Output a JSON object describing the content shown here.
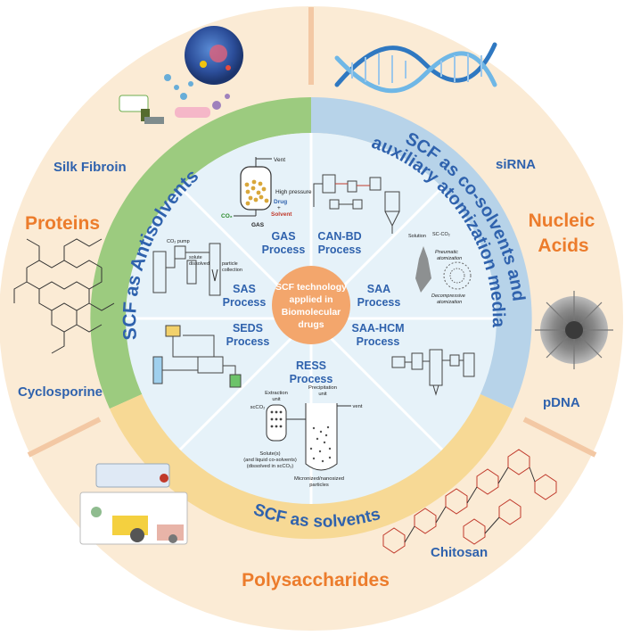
{
  "center": {
    "line1": "SCF technology",
    "line2": "applied in",
    "line3": "Biomolecular",
    "line4": "drugs"
  },
  "middle_ring": {
    "antisolvents": "SCF as Antisolvents",
    "cosolvents_line1": "SCF as co-solvents and",
    "cosolvents_line2": "auxiliary atomization media",
    "solvents": "SCF as solvents"
  },
  "processes": {
    "gas": [
      "GAS",
      "Process"
    ],
    "can_bd": [
      "CAN-BD",
      "Process"
    ],
    "sas": [
      "SAS",
      "Process"
    ],
    "saa": [
      "SAA",
      "Process"
    ],
    "seds": [
      "SEDS",
      "Process"
    ],
    "saa_hcm": [
      "SAA-HCM",
      "Process"
    ],
    "ress": [
      "RESS",
      "Process"
    ]
  },
  "outer_ring": {
    "proteins": "Proteins",
    "nucleic_line1": "Nucleic",
    "nucleic_line2": "Acids",
    "polysaccharides": "Polysaccharides",
    "silk_fibroin": "Silk Fibroin",
    "cyclosporine": "Cyclosporine",
    "sirna": "siRNA",
    "pdna": "pDNA",
    "chitosan": "Chitosan"
  },
  "schematics": {
    "gas": {
      "vent": "Vent",
      "high_pressure": "High pressure",
      "drug": "Drug",
      "plus": "+",
      "solvent": "Solvent",
      "co2": "CO₂",
      "label": "GAS"
    },
    "ress": {
      "extraction": "Extraction",
      "extraction2": "unit",
      "precipitation": "Precipitation",
      "precipitation2": "unit",
      "vent": "vent",
      "scco2": "scCO₂",
      "solute": "Solute(s)",
      "solute2": "(and liquid co-solvents)",
      "solute3": "(dissolved in scCO₂)",
      "micronized": "Micronized/nanosized",
      "micronized2": "particles"
    },
    "sas": {
      "pump": "CO₂ pump",
      "solute": "solute",
      "dissolved": "dissolved",
      "particle": "particle",
      "collection": "collection"
    },
    "saa": {
      "solution": "Solution",
      "sc_co2": "SC-CO₂",
      "pneumatic": "Pneumatic",
      "atomization": "atomization",
      "decompressive": "Decompressive",
      "atomization2": "atomization"
    }
  },
  "colors": {
    "outer_ring": "#fbebd5",
    "antisolvent_band": "#9ccb7f",
    "cosolvent_band": "#b7d3e9",
    "solvent_band": "#f7d995",
    "inner_disk": "#e6f2f9",
    "center_circle": "#f3a66c",
    "title_orange": "#ec7c2c",
    "label_blue": "#2f62ad",
    "divider": "#f3c8a4"
  },
  "icons": [
    "cell-illustration",
    "dna-helix",
    "nanoparticle",
    "molecule-structure",
    "polysaccharide-structure",
    "device-illustration"
  ]
}
